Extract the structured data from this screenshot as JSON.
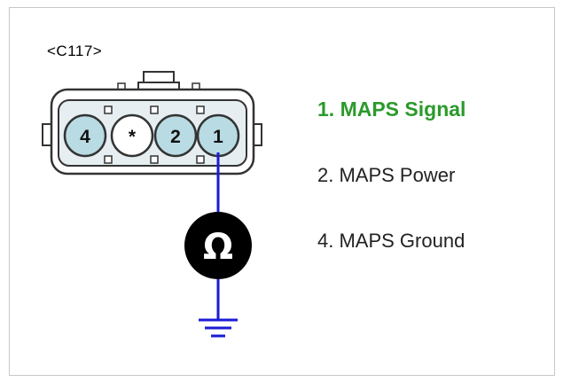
{
  "connector": {
    "id_label": "<C117>"
  },
  "pins": [
    {
      "label": "4",
      "color": "#b9dbe3"
    },
    {
      "label": "*",
      "color": "#ffffff"
    },
    {
      "label": "2",
      "color": "#b9dbe3"
    },
    {
      "label": "1",
      "color": "#b9dbe3"
    }
  ],
  "meter": {
    "symbol": "Ω",
    "icon": "ohmmeter-icon"
  },
  "ground": {
    "icon": "ground-icon"
  },
  "legend": [
    {
      "text": "1. MAPS Signal",
      "highlighted": true
    },
    {
      "text": "2. MAPS Power",
      "highlighted": false
    },
    {
      "text": "4. MAPS Ground",
      "highlighted": false
    }
  ],
  "colors": {
    "wire": "#1b1bd6",
    "highlight": "#2b9a2b",
    "connector_body": "#e6eef1",
    "connector_outline": "#333333"
  }
}
